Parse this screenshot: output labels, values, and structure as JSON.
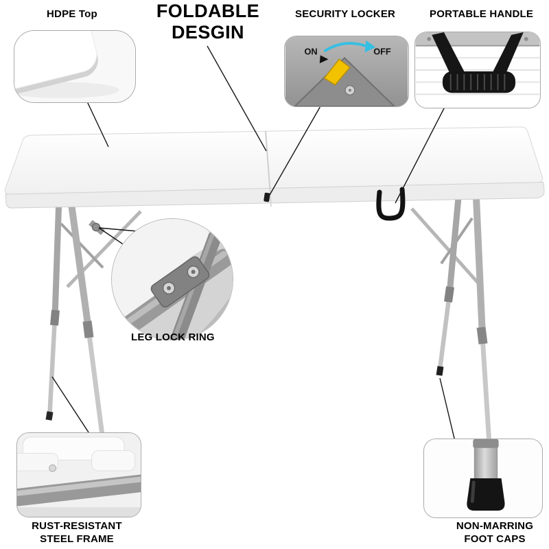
{
  "title": {
    "line1": "FOLDABLE",
    "line2": "DESGIN"
  },
  "callouts": {
    "hdpe_top": {
      "label": "HDPE Top"
    },
    "security_locker": {
      "label": "SECURITY LOCKER",
      "switch_on": "ON",
      "switch_off": "OFF"
    },
    "portable_handle": {
      "label": "PORTABLE HANDLE"
    },
    "leg_lock_ring": {
      "label": "LEG LOCK RING"
    },
    "steel_frame": {
      "label_line1": "RUST-RESISTANT",
      "label_line2": "STEEL FRAME"
    },
    "foot_caps": {
      "label_line1": "NON-MARRING",
      "label_line2": "FOOT CAPS"
    }
  },
  "colors": {
    "lock_yellow": "#f2c200",
    "arrow_cyan": "#35bfe3",
    "label_text": "#000000",
    "table_white": "#fdfdfd",
    "leg_gray": "#a9a9a9",
    "foot_cap_black": "#1a1a1a"
  }
}
